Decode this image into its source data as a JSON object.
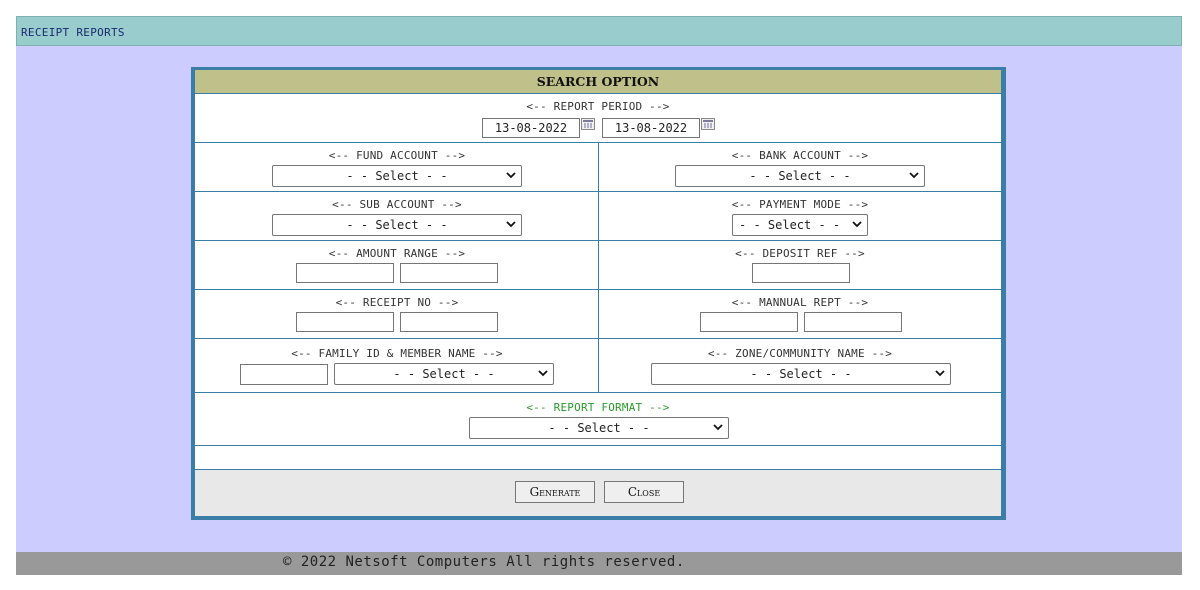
{
  "page": {
    "title": "RECEIPT REPORTS"
  },
  "panel": {
    "header": "SEARCH OPTION",
    "report_period": {
      "label": "<-- REPORT PERIOD -->",
      "from": "13-08-2022",
      "to": "13-08-2022"
    },
    "fund_account": {
      "label": "<-- FUND ACCOUNT -->",
      "value": "- -  Select  - -"
    },
    "bank_account": {
      "label": "<-- BANK ACCOUNT -->",
      "value": "- -  Select  - -"
    },
    "sub_account": {
      "label": "<-- SUB ACCOUNT -->",
      "value": "- -  Select  - -"
    },
    "payment_mode": {
      "label": "<-- PAYMENT MODE -->",
      "value": "- - Select - -"
    },
    "amount_range": {
      "label": "<-- AMOUNT RANGE -->",
      "from": "",
      "to": ""
    },
    "deposit_ref": {
      "label": "<-- DEPOSIT REF -->",
      "value": ""
    },
    "receipt_no": {
      "label": "<-- RECEIPT NO -->",
      "from": "",
      "to": ""
    },
    "manual_rept": {
      "label": "<-- MANNUAL REPT -->",
      "from": "",
      "to": ""
    },
    "family_member": {
      "label": "<-- FAMILY ID & MEMBER NAME -->",
      "family_id": "",
      "member_value": "- -  Select  - -"
    },
    "zone_community": {
      "label": "<-- ZONE/COMMUNITY NAME -->",
      "value": "- -  Select  - -"
    },
    "report_format": {
      "label": "<-- REPORT FORMAT -->",
      "value": "- -  Select  - -"
    },
    "buttons": {
      "generate": "Generate",
      "close": "Close"
    }
  },
  "footer": {
    "text": "© 2022 Netsoft Computers All rights reserved."
  },
  "colors": {
    "panel_border": "#3a7ea8",
    "header_bg": "#c0c08a",
    "page_bg": "#ccccff",
    "title_bg": "#99cccc",
    "format_label": "#2a9a2a"
  }
}
